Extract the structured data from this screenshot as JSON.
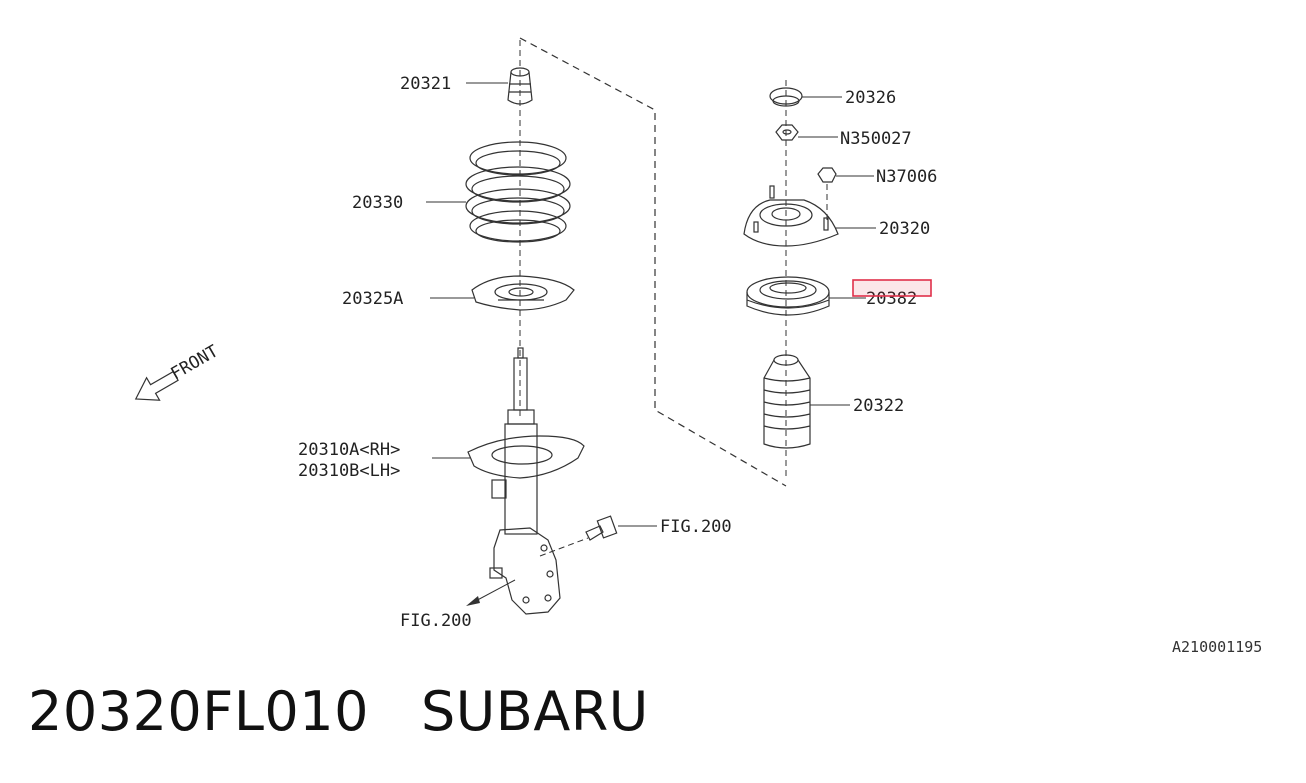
{
  "diagram": {
    "labels": {
      "p20321": "20321",
      "p20330": "20330",
      "p20325a": "20325A",
      "p20310a": "20310A<RH>",
      "p20310b": "20310B<LH>",
      "fig200_right": "FIG.200",
      "fig200_bottom": "FIG.200",
      "p20326": "20326",
      "n350027": "N350027",
      "n37006": "N37006",
      "p20320": "20320",
      "p20382": "20382",
      "p20322": "20322",
      "front": "FRONT",
      "drawing_code": "A210001195"
    },
    "highlight_color": "#e0304a"
  },
  "footer": {
    "part_number": "20320FL010",
    "brand": "SUBARU"
  }
}
